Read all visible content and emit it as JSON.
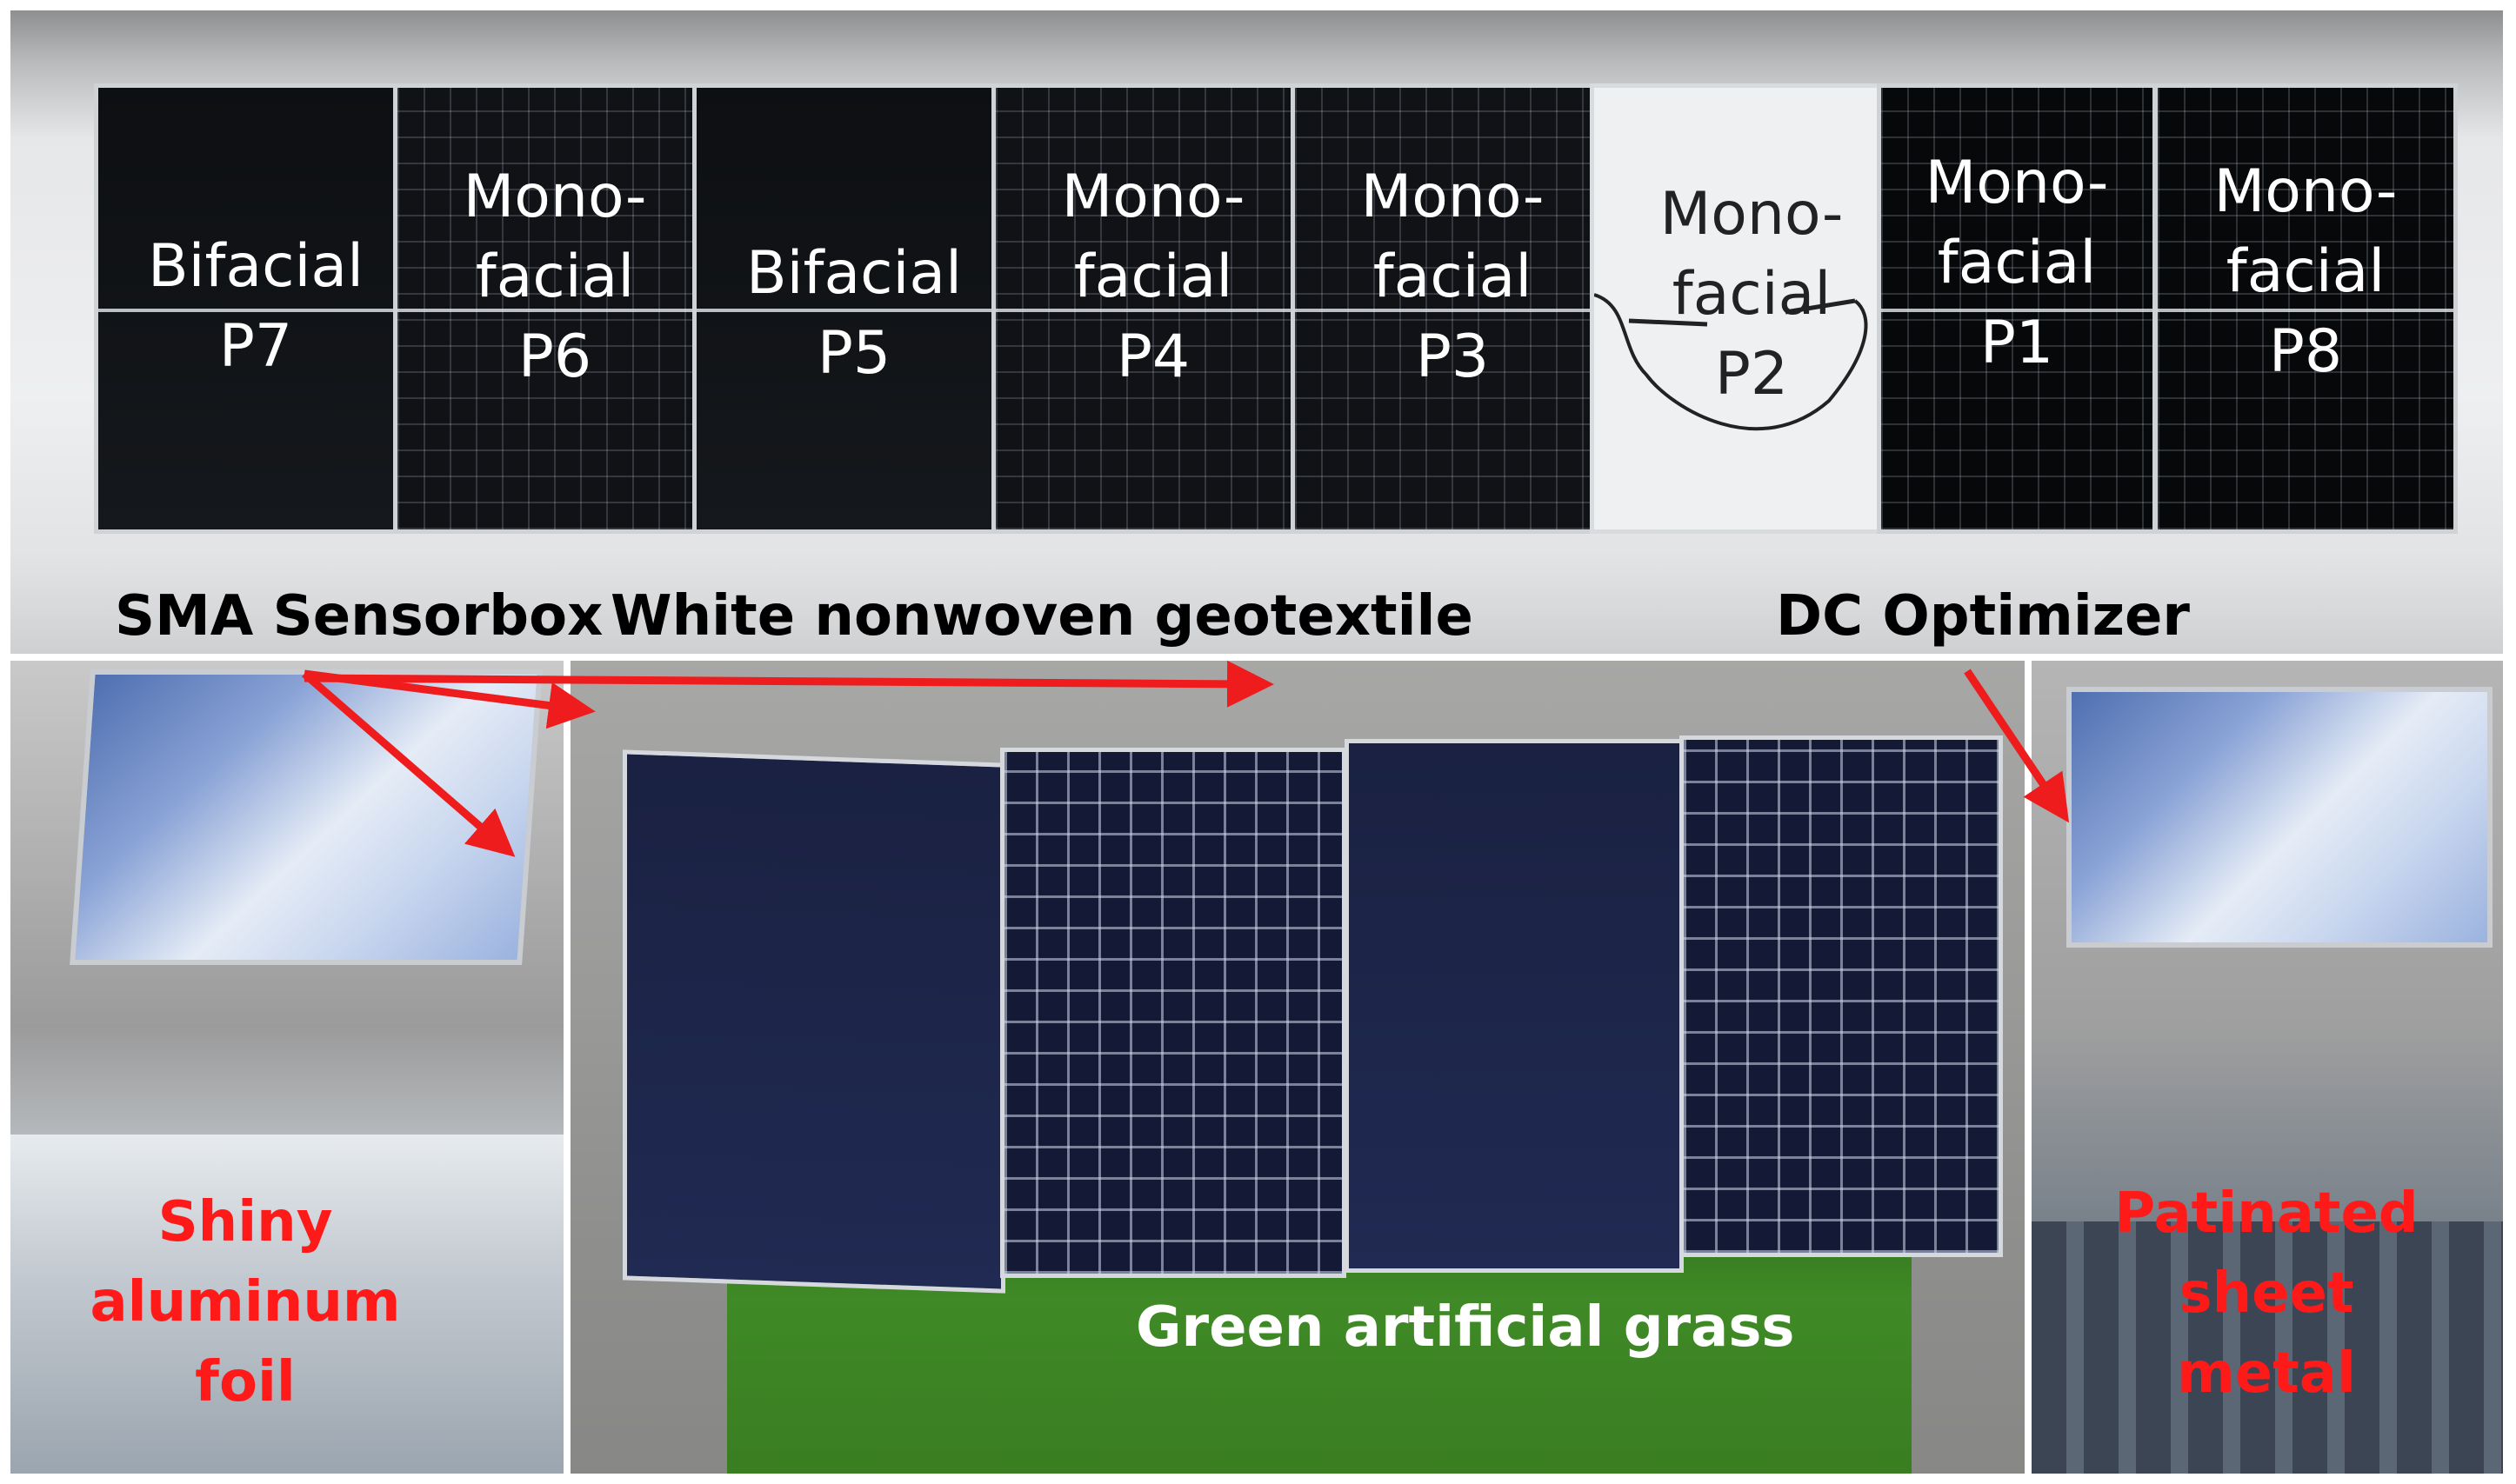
{
  "modules": [
    {
      "id": "p7",
      "lines": [
        "Bifacial",
        "P7"
      ]
    },
    {
      "id": "p6",
      "lines": [
        "Mono-",
        "facial",
        "P6"
      ]
    },
    {
      "id": "p5",
      "lines": [
        "Bifacial",
        "P5"
      ]
    },
    {
      "id": "p4",
      "lines": [
        "Mono-",
        "facial",
        "P4"
      ]
    },
    {
      "id": "p3",
      "lines": [
        "Mono-",
        "facial",
        "P3"
      ]
    },
    {
      "id": "p2",
      "lines": [
        "Mono-",
        "facial",
        "P2"
      ]
    },
    {
      "id": "p1",
      "lines": [
        "Mono-",
        "facial",
        "P1"
      ]
    },
    {
      "id": "p8",
      "lines": [
        "Mono-",
        "facial",
        "P8"
      ]
    }
  ],
  "labels": {
    "sensorbox": "SMA Sensorbox",
    "geotextile": "White nonwoven geotextile",
    "optimizer": "DC Optimizer",
    "grass": "Green artificial grass",
    "foil": [
      "Shiny",
      "aluminum",
      "foil"
    ],
    "sheet_metal": [
      "Patinated",
      "sheet",
      "metal"
    ]
  },
  "colors": {
    "annotation_red": "#ff1a1a",
    "arrow_red": "#ee1c1c"
  }
}
